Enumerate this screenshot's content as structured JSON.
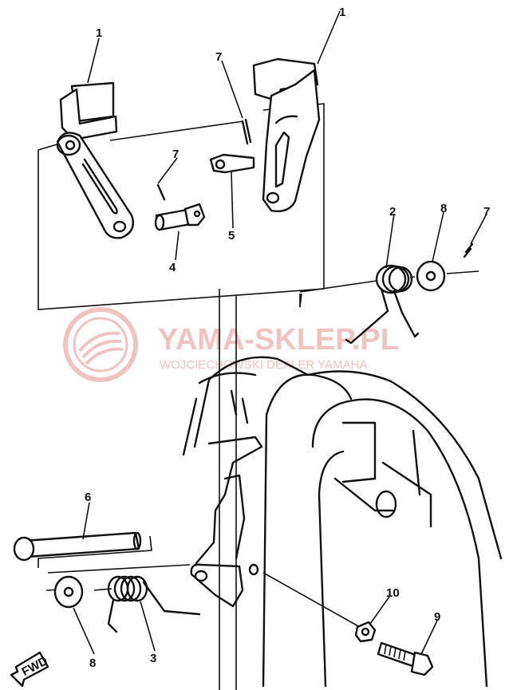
{
  "callouts": {
    "c1_left": "1",
    "c1_right": "1",
    "c2": "2",
    "c3": "3",
    "c4": "4",
    "c5": "5",
    "c6": "6",
    "c7_top": "7",
    "c7_mid": "7",
    "c7_right": "7",
    "c8_top": "8",
    "c8_bottom": "8",
    "c9": "9",
    "c10": "10"
  },
  "watermark": {
    "title": "YAMA-SKLEP.PL",
    "subtitle": "WOJCIECHOWSKI DEALER YAMAHA"
  },
  "fwd_label": "FWD"
}
